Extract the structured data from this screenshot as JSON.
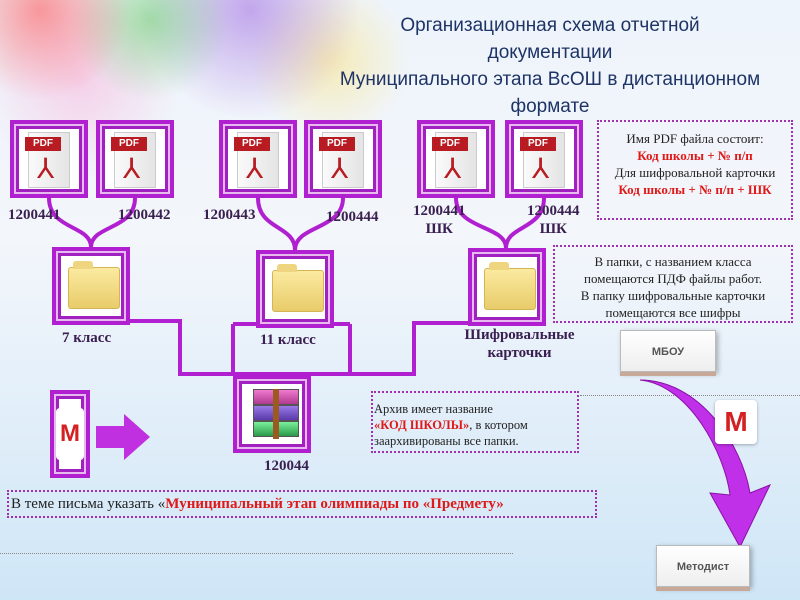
{
  "title": [
    "Организационная схема отчетной",
    "документации",
    "Муниципального этапа ВсОШ в дистанционном",
    "формате"
  ],
  "pdf_label": "PDF",
  "files": [
    {
      "name": "1200441"
    },
    {
      "name": "1200442"
    },
    {
      "name": "1200443"
    },
    {
      "name": "1200444"
    },
    {
      "name": "1200441",
      "sub": "ШК"
    },
    {
      "name": "1200444",
      "sub": "ШК"
    }
  ],
  "folders": [
    "7 класс",
    "11 класс",
    "Шифровальные карточки"
  ],
  "archive_label": "120044",
  "info_pdf": {
    "line1": "Имя PDF файла состоит:",
    "line2": "Код школы + № п/п",
    "line3": "Для шифровальной карточки",
    "line4": "Код школы + № п/п + ШК"
  },
  "info_folders": {
    "line1": "В папки, с названием класса",
    "line2": "помещаются ПДФ файлы работ.",
    "line3": "В папку шифровальные карточки",
    "line4": "помещаются все шифры"
  },
  "info_archive": {
    "pre": "Архив имеет название",
    "name": "«КОД ШКОЛЫ»",
    "post": ", в котором заархивированы все папки."
  },
  "subject": {
    "pre": "В теме письма указать «",
    "value": "Муниципальный этап олимпиады по «Предмету»"
  },
  "buttons": {
    "mbou": "МБОУ",
    "methodist": "Методист"
  },
  "gmail_letter": "M",
  "colors": {
    "accent": "#b020d0",
    "red": "#e01818",
    "title": "#1e3466"
  }
}
